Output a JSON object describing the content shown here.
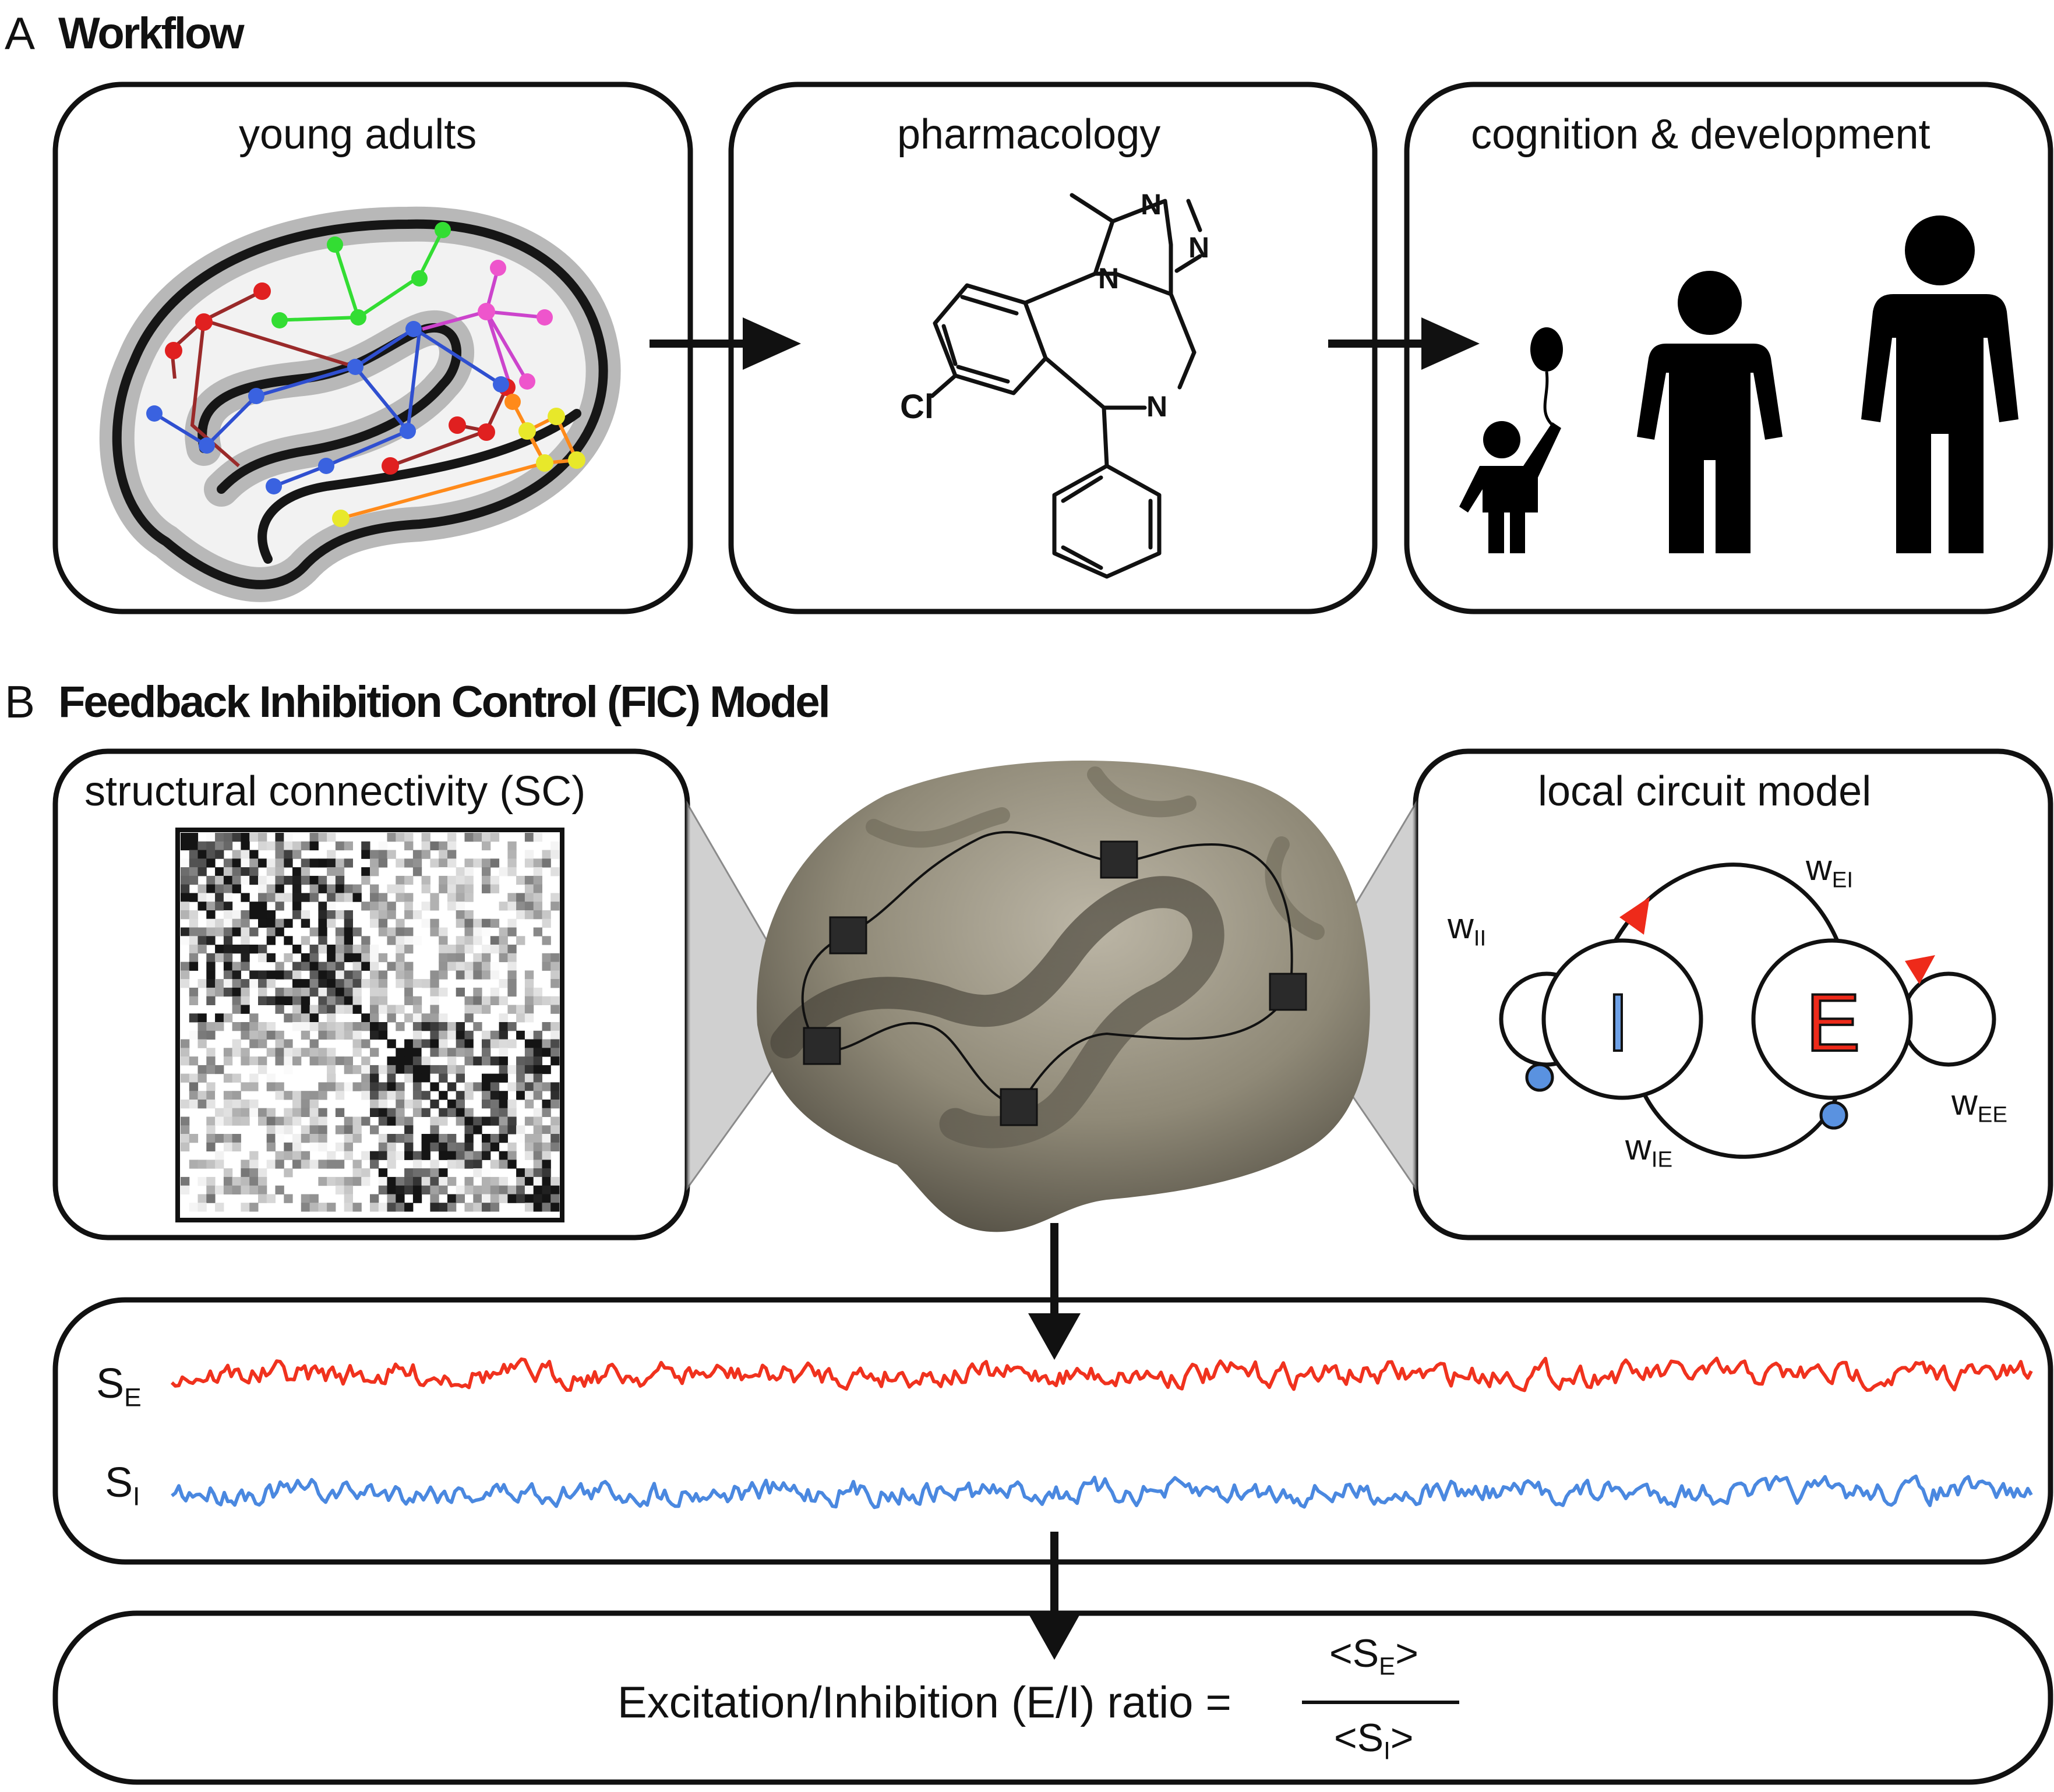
{
  "panel_a": {
    "letter": "A",
    "title": "Workflow",
    "boxes": [
      {
        "title": "young adults"
      },
      {
        "title": "pharmacology"
      },
      {
        "title": "cognition & development"
      }
    ],
    "molecule_labels": {
      "cl": "Cl",
      "n_ring": "N",
      "n_top": "N",
      "n_right": "N",
      "n_azepine": "N"
    }
  },
  "panel_b": {
    "letter": "B",
    "title": "Feedback Inhibition Control (FIC) Model",
    "sc_box_title": "structural connectivity (SC)",
    "circuit": {
      "title": "local circuit model",
      "node_i": "I",
      "node_e": "E",
      "w": "w",
      "w_ii_sub": "II",
      "w_ei_sub": "EI",
      "w_ee_sub": "EE",
      "w_ie_sub": "IE"
    },
    "signals": {
      "s_label": "S",
      "se_sub": "E",
      "si_sub": "I",
      "colors": {
        "excitatory": "#f0321e",
        "inhibitory": "#4a88e0"
      }
    },
    "ratio": {
      "text": "Excitation/Inhibition (E/I) ratio =",
      "numerator": "<S",
      "numerator_sub": "E",
      "denominator": "<S",
      "denominator_sub": "I",
      "close": ">"
    }
  }
}
